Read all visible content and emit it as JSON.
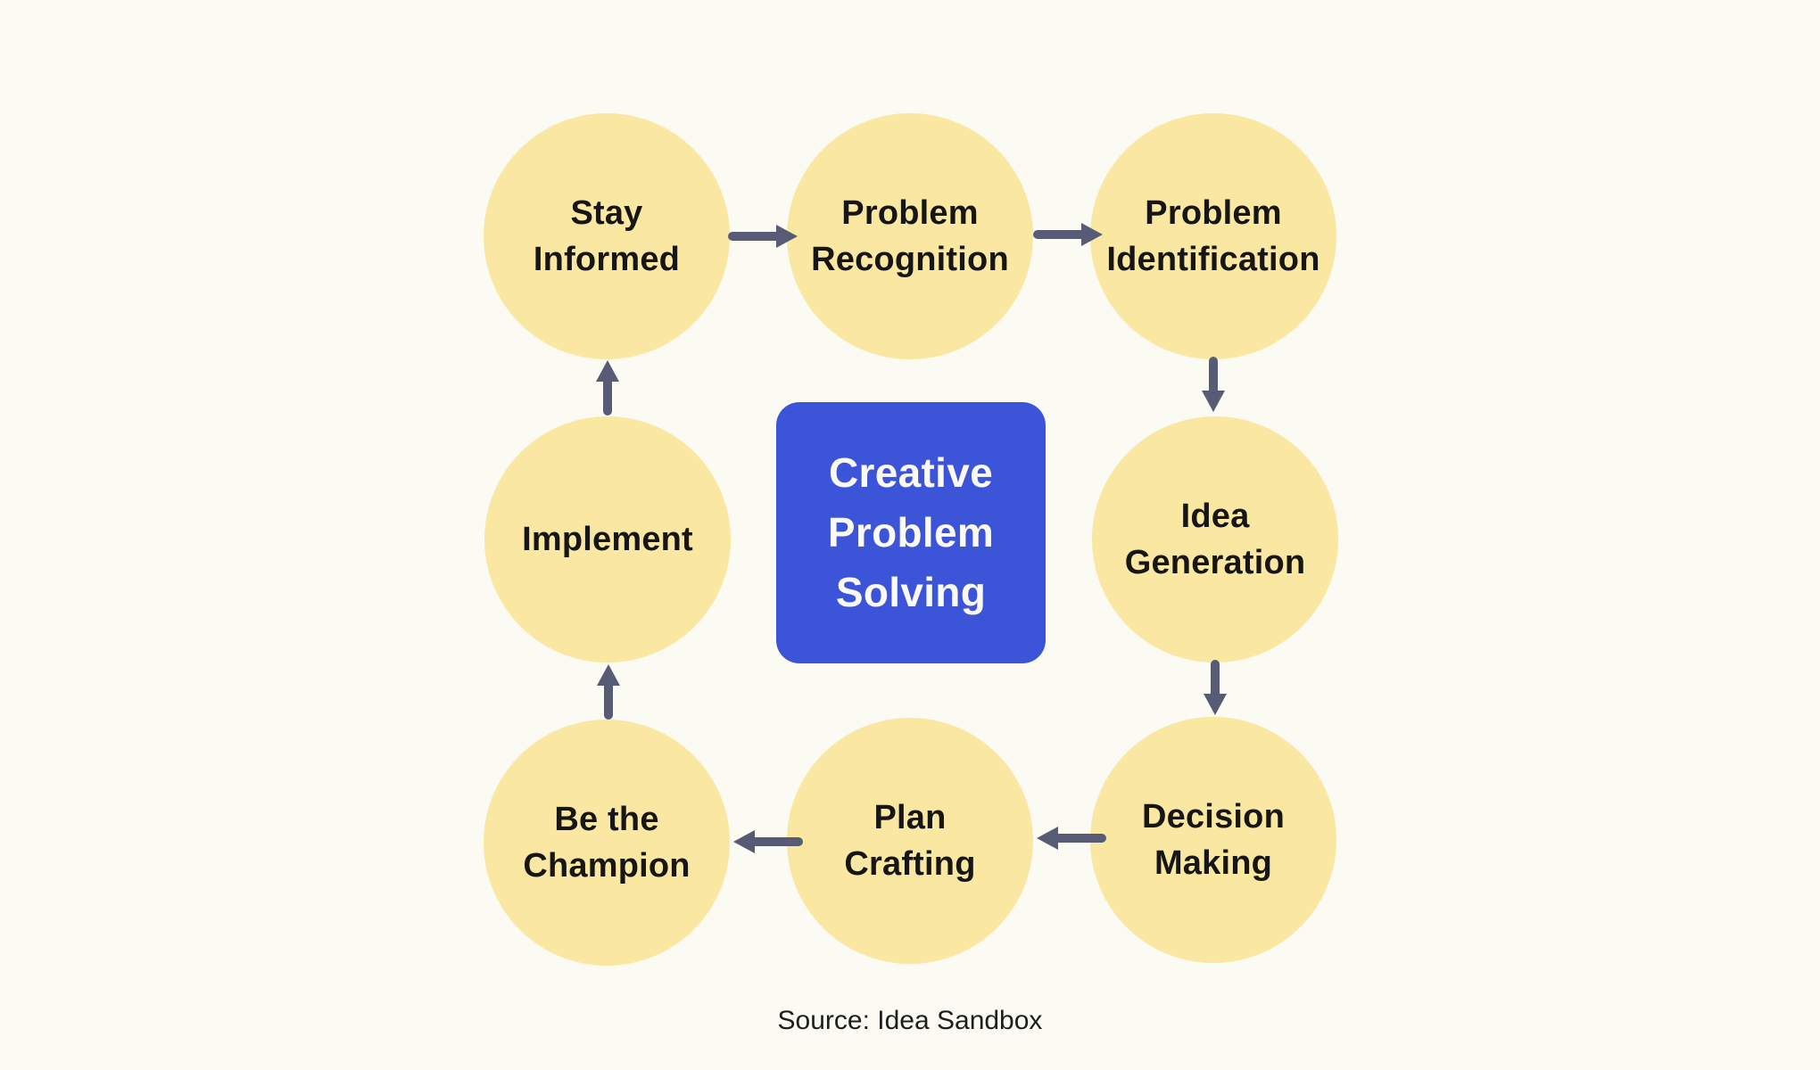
{
  "colors": {
    "background": "#FBFAF3",
    "node_fill": "#FAE8A2",
    "node_text": "#161616",
    "center_fill": "#3C54D8",
    "center_text": "#FAF9F3",
    "arrow": "#575B76"
  },
  "center": {
    "label": "Creative\nProblem\nSolving"
  },
  "nodes": [
    {
      "id": "stay-informed",
      "label": "Stay\nInformed"
    },
    {
      "id": "problem-recognition",
      "label": "Problem\nRecognition"
    },
    {
      "id": "problem-identification",
      "label": "Problem\nIdentification"
    },
    {
      "id": "idea-generation",
      "label": "Idea\nGeneration"
    },
    {
      "id": "decision-making",
      "label": "Decision\nMaking"
    },
    {
      "id": "plan-crafting",
      "label": "Plan\nCrafting"
    },
    {
      "id": "be-the-champion",
      "label": "Be the\nChampion"
    },
    {
      "id": "implement",
      "label": "Implement"
    }
  ],
  "arrows": [
    {
      "from": "stay-informed",
      "to": "problem-recognition",
      "direction": "right"
    },
    {
      "from": "problem-recognition",
      "to": "problem-identification",
      "direction": "right"
    },
    {
      "from": "problem-identification",
      "to": "idea-generation",
      "direction": "down"
    },
    {
      "from": "idea-generation",
      "to": "decision-making",
      "direction": "down"
    },
    {
      "from": "decision-making",
      "to": "plan-crafting",
      "direction": "left"
    },
    {
      "from": "plan-crafting",
      "to": "be-the-champion",
      "direction": "left"
    },
    {
      "from": "be-the-champion",
      "to": "implement",
      "direction": "up"
    },
    {
      "from": "implement",
      "to": "stay-informed",
      "direction": "up"
    }
  ],
  "footer": {
    "source": "Source: Idea Sandbox"
  }
}
